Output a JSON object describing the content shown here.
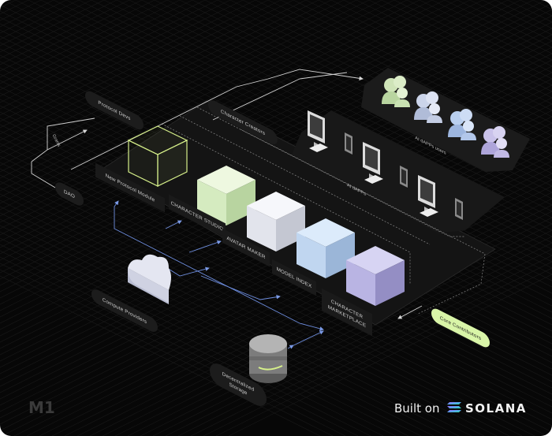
{
  "nodes": {
    "protocol_devs": "Protocol Devs",
    "character_creators": "Character Creators",
    "grants": "Grants",
    "dao": "DAO",
    "new_protocol_module": "New Protocol Module",
    "character_studio": "CHARACTER STUDIO",
    "avatar_maker": "AVATAR MAKER",
    "model_index": "MODEL INDEX",
    "character_marketplace_line1": "CHARACTER",
    "character_marketplace_line2": "MARKETPLACE",
    "ai_dapps": "AI dAPPs",
    "ai_dapp_users": "AI dAPPs users",
    "compute_providers": "Compute Providers",
    "decentralized_storage_line1": "Decentralized",
    "decentralized_storage_line2": "Storage",
    "core_contributors": "Core Contributors"
  },
  "branding": {
    "logo": "M1",
    "built_on": "Built on",
    "solana": "SOLANA"
  },
  "colors": {
    "background": "#070707",
    "grid": "#1c1c1c",
    "outline_cube": "#d6f08a",
    "cube_green": "#dbf0c4",
    "cube_white": "#e8eaf2",
    "cube_blue": "#bcd5f2",
    "cube_purple": "#b8b4e4",
    "connector_blue": "#6f8fe0",
    "core_contributors_pill": "#d9f5a8"
  }
}
